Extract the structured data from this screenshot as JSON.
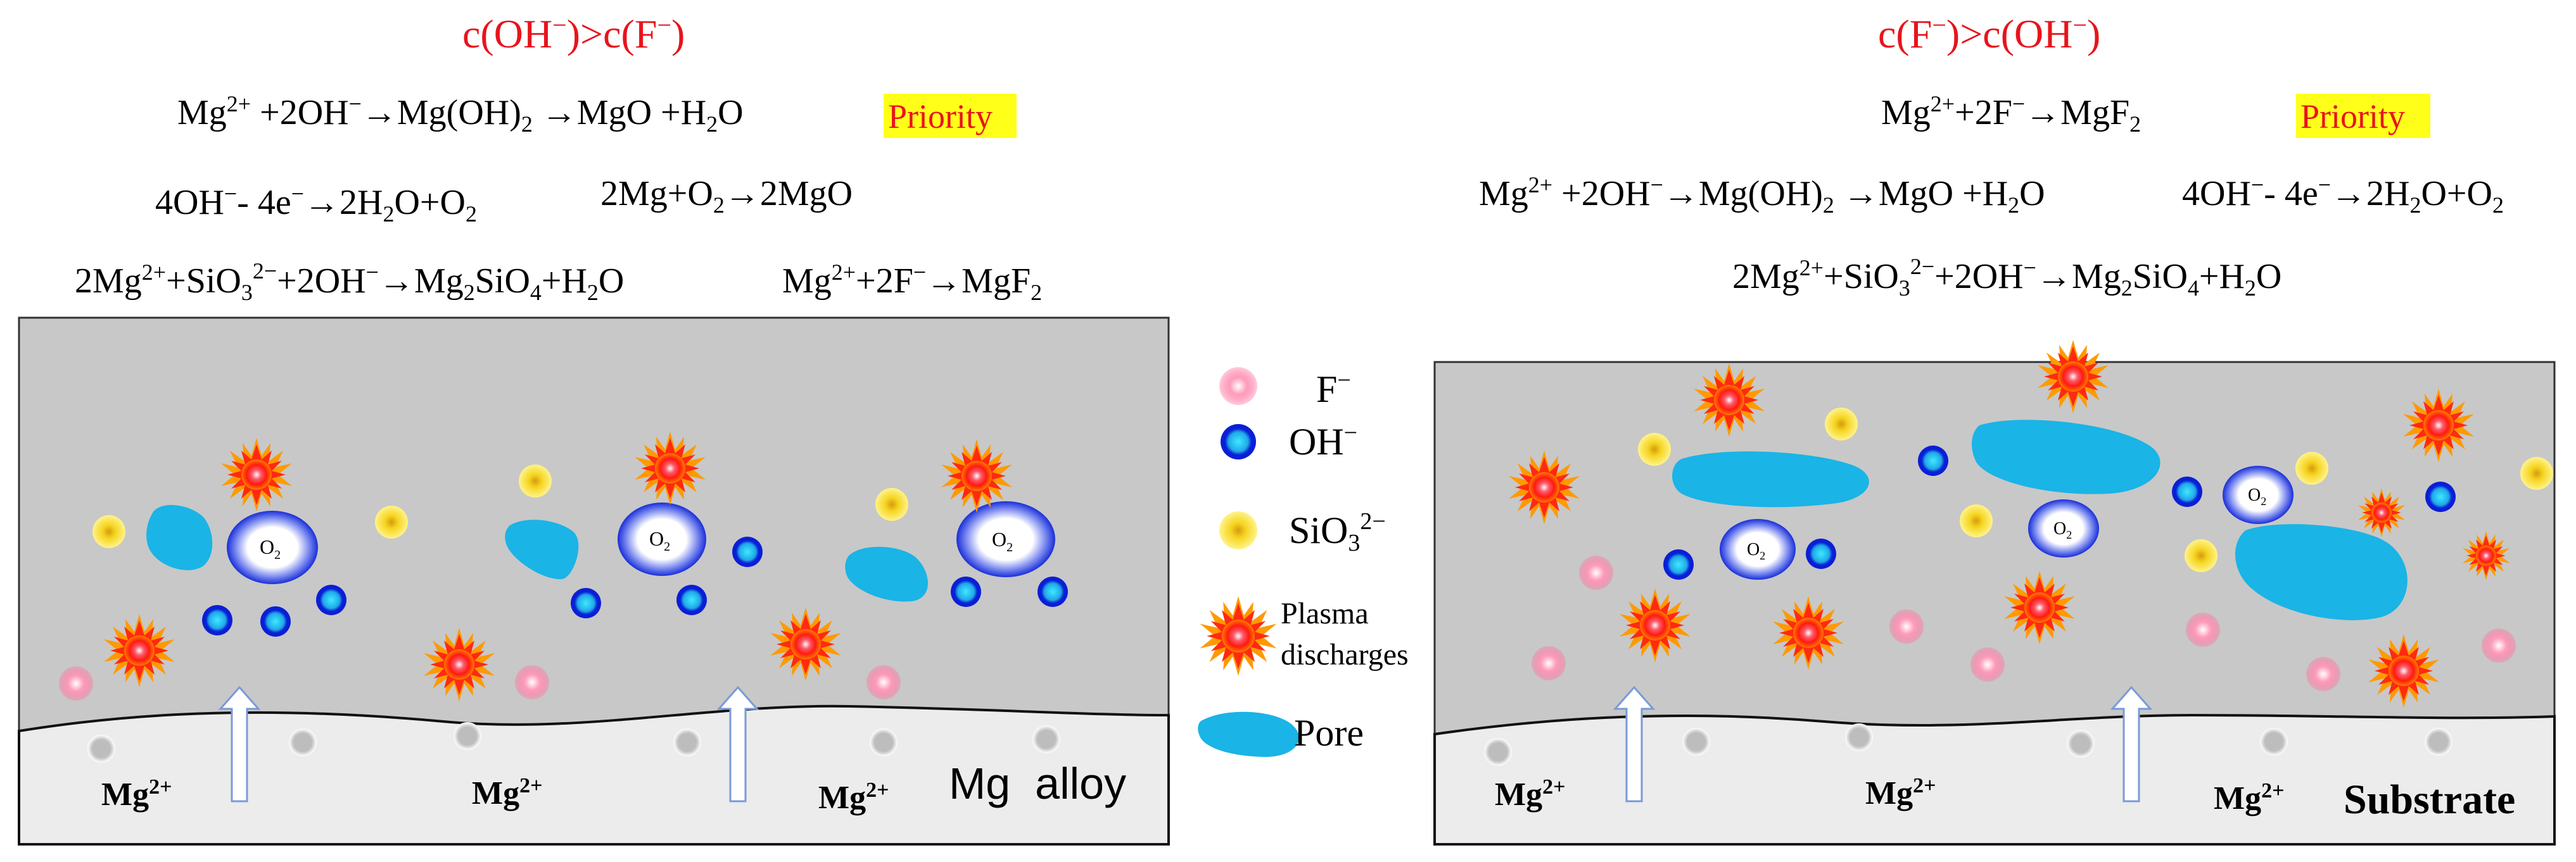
{
  "colors": {
    "electrolyte": "#c8c8c8",
    "substrate": "#ececec",
    "condition": "#e8141b",
    "priority_bg": "#ffff1a",
    "pore": "#1ab4e6",
    "fluoride": "#ff7fa8",
    "hydroxide": "#0a1fd6",
    "silicate": "#f2d21a",
    "plasma": "#ff2010"
  },
  "left": {
    "condition": {
      "c1": "c(OH",
      "sup1": "−",
      "mid": ")>c(F",
      "sup2": "−",
      "end": ")"
    },
    "eq1": {
      "a": "Mg",
      "a_sup": "2+",
      "b": " +2OH",
      "b_sup": "−",
      "c": "→Mg(OH)",
      "c_sub": "2",
      "d": " →MgO +H",
      "d_sub": "2",
      "e": "O"
    },
    "priority": "Priority",
    "eq2": {
      "a": "4OH",
      "a_sup": "−",
      "b": "- 4e",
      "b_sup": "−",
      "c": "→2H",
      "c_sub": "2",
      "d": "O+O",
      "d_sub": "2"
    },
    "eq3": {
      "a": "2Mg+O",
      "a_sub": "2",
      "b": "→2MgO"
    },
    "eq4": {
      "a": "2Mg",
      "a_sup": "2+",
      "b": "+SiO",
      "b_sub": "3",
      "b_sup": "2−",
      "c": "+2OH",
      "c_sup": "−",
      "d": "→Mg",
      "d_sub": "2",
      "e": "SiO",
      "e_sub": "4",
      "f": "+H",
      "f_sub": "2",
      "g": "O"
    },
    "eq5": {
      "a": "Mg",
      "a_sup": "2+",
      "b": "+2F",
      "b_sup": "−",
      "c": "→MgF",
      "c_sub": "2"
    },
    "ion_label": {
      "base": "Mg",
      "sup": "2+"
    },
    "substrate_label": "Mg  alloy",
    "o2": {
      "base": "O",
      "sub": "2"
    }
  },
  "right": {
    "condition": {
      "c1": "c(F",
      "sup1": "−",
      "mid": ")>c(OH",
      "sup2": "−",
      "end": ")"
    },
    "eq1": {
      "a": "Mg",
      "a_sup": "2+",
      "b": "+2F",
      "b_sup": "−",
      "c": "→MgF",
      "c_sub": "2"
    },
    "priority": "Priority",
    "eq2": {
      "a": "Mg",
      "a_sup": "2+",
      "b": " +2OH",
      "b_sup": "−",
      "c": "→Mg(OH)",
      "c_sub": "2",
      "d": " →MgO +H",
      "d_sub": "2",
      "e": "O"
    },
    "eq3": {
      "a": "4OH",
      "a_sup": "−",
      "b": "- 4e",
      "b_sup": "−",
      "c": "→2H",
      "c_sub": "2",
      "d": "O+O",
      "d_sub": "2"
    },
    "eq4": {
      "a": "2Mg",
      "a_sup": "2+",
      "b": "+SiO",
      "b_sub": "3",
      "b_sup": "2−",
      "c": "+2OH",
      "c_sup": "−",
      "d": "→Mg",
      "d_sub": "2",
      "e": "SiO",
      "e_sub": "4",
      "f": "+H",
      "f_sub": "2",
      "g": "O"
    },
    "substrate_label": "Substrate"
  },
  "legend": {
    "fluoride": {
      "base": "F",
      "sup": "−"
    },
    "hydroxide": {
      "base": "OH",
      "sup": "−"
    },
    "silicate": {
      "base": "SiO",
      "sub": "3",
      "sup": "2−"
    },
    "plasma_line1": "Plasma",
    "plasma_line2": "discharges",
    "pore": "Pore"
  }
}
